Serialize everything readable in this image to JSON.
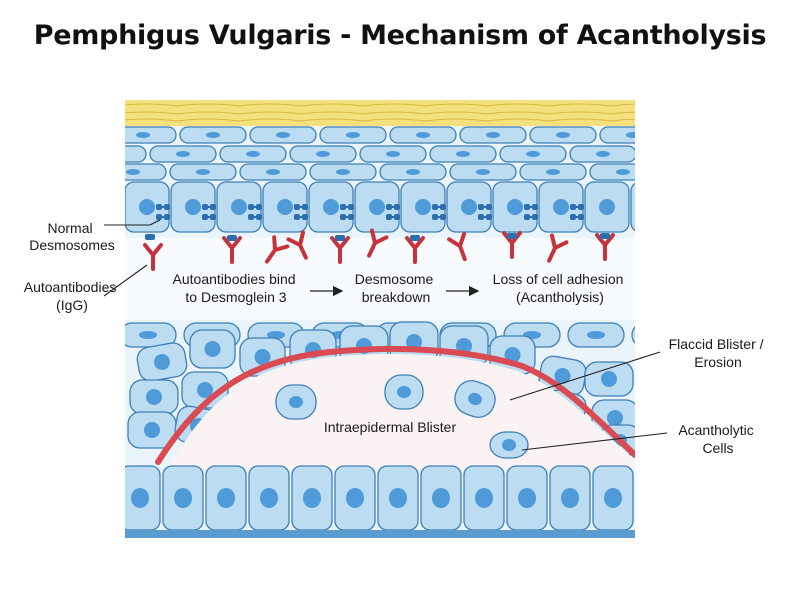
{
  "title": "Pemphigus Vulgaris - Mechanism of Acantholysis",
  "labels": {
    "normal_desmosomes": [
      "Normal",
      "Desmosomes"
    ],
    "autoantibodies": [
      "Autoantibodies",
      "(IgG)"
    ],
    "step1": [
      "Autoantibodies bind",
      "to Desmoglein 3"
    ],
    "step2": [
      "Desmosome",
      "breakdown"
    ],
    "step3": [
      "Loss of cell adhesion",
      "(Acantholysis)"
    ],
    "blister_label": "Intraepidermal Blister",
    "flaccid_blister": [
      "Flaccid Blister /",
      "Erosion"
    ],
    "acantholytic_cells": [
      "Acantholytic",
      "Cells"
    ]
  },
  "colors": {
    "cell_fill": "#bcdcf2",
    "cell_stroke": "#3f7fb5",
    "nucleus": "#4f9ad8",
    "stratum_corneum": "#f4e07c",
    "antibody": "#c8323a",
    "blister_border": "#d94a52",
    "blister_fill": "#fbf3f3"
  }
}
